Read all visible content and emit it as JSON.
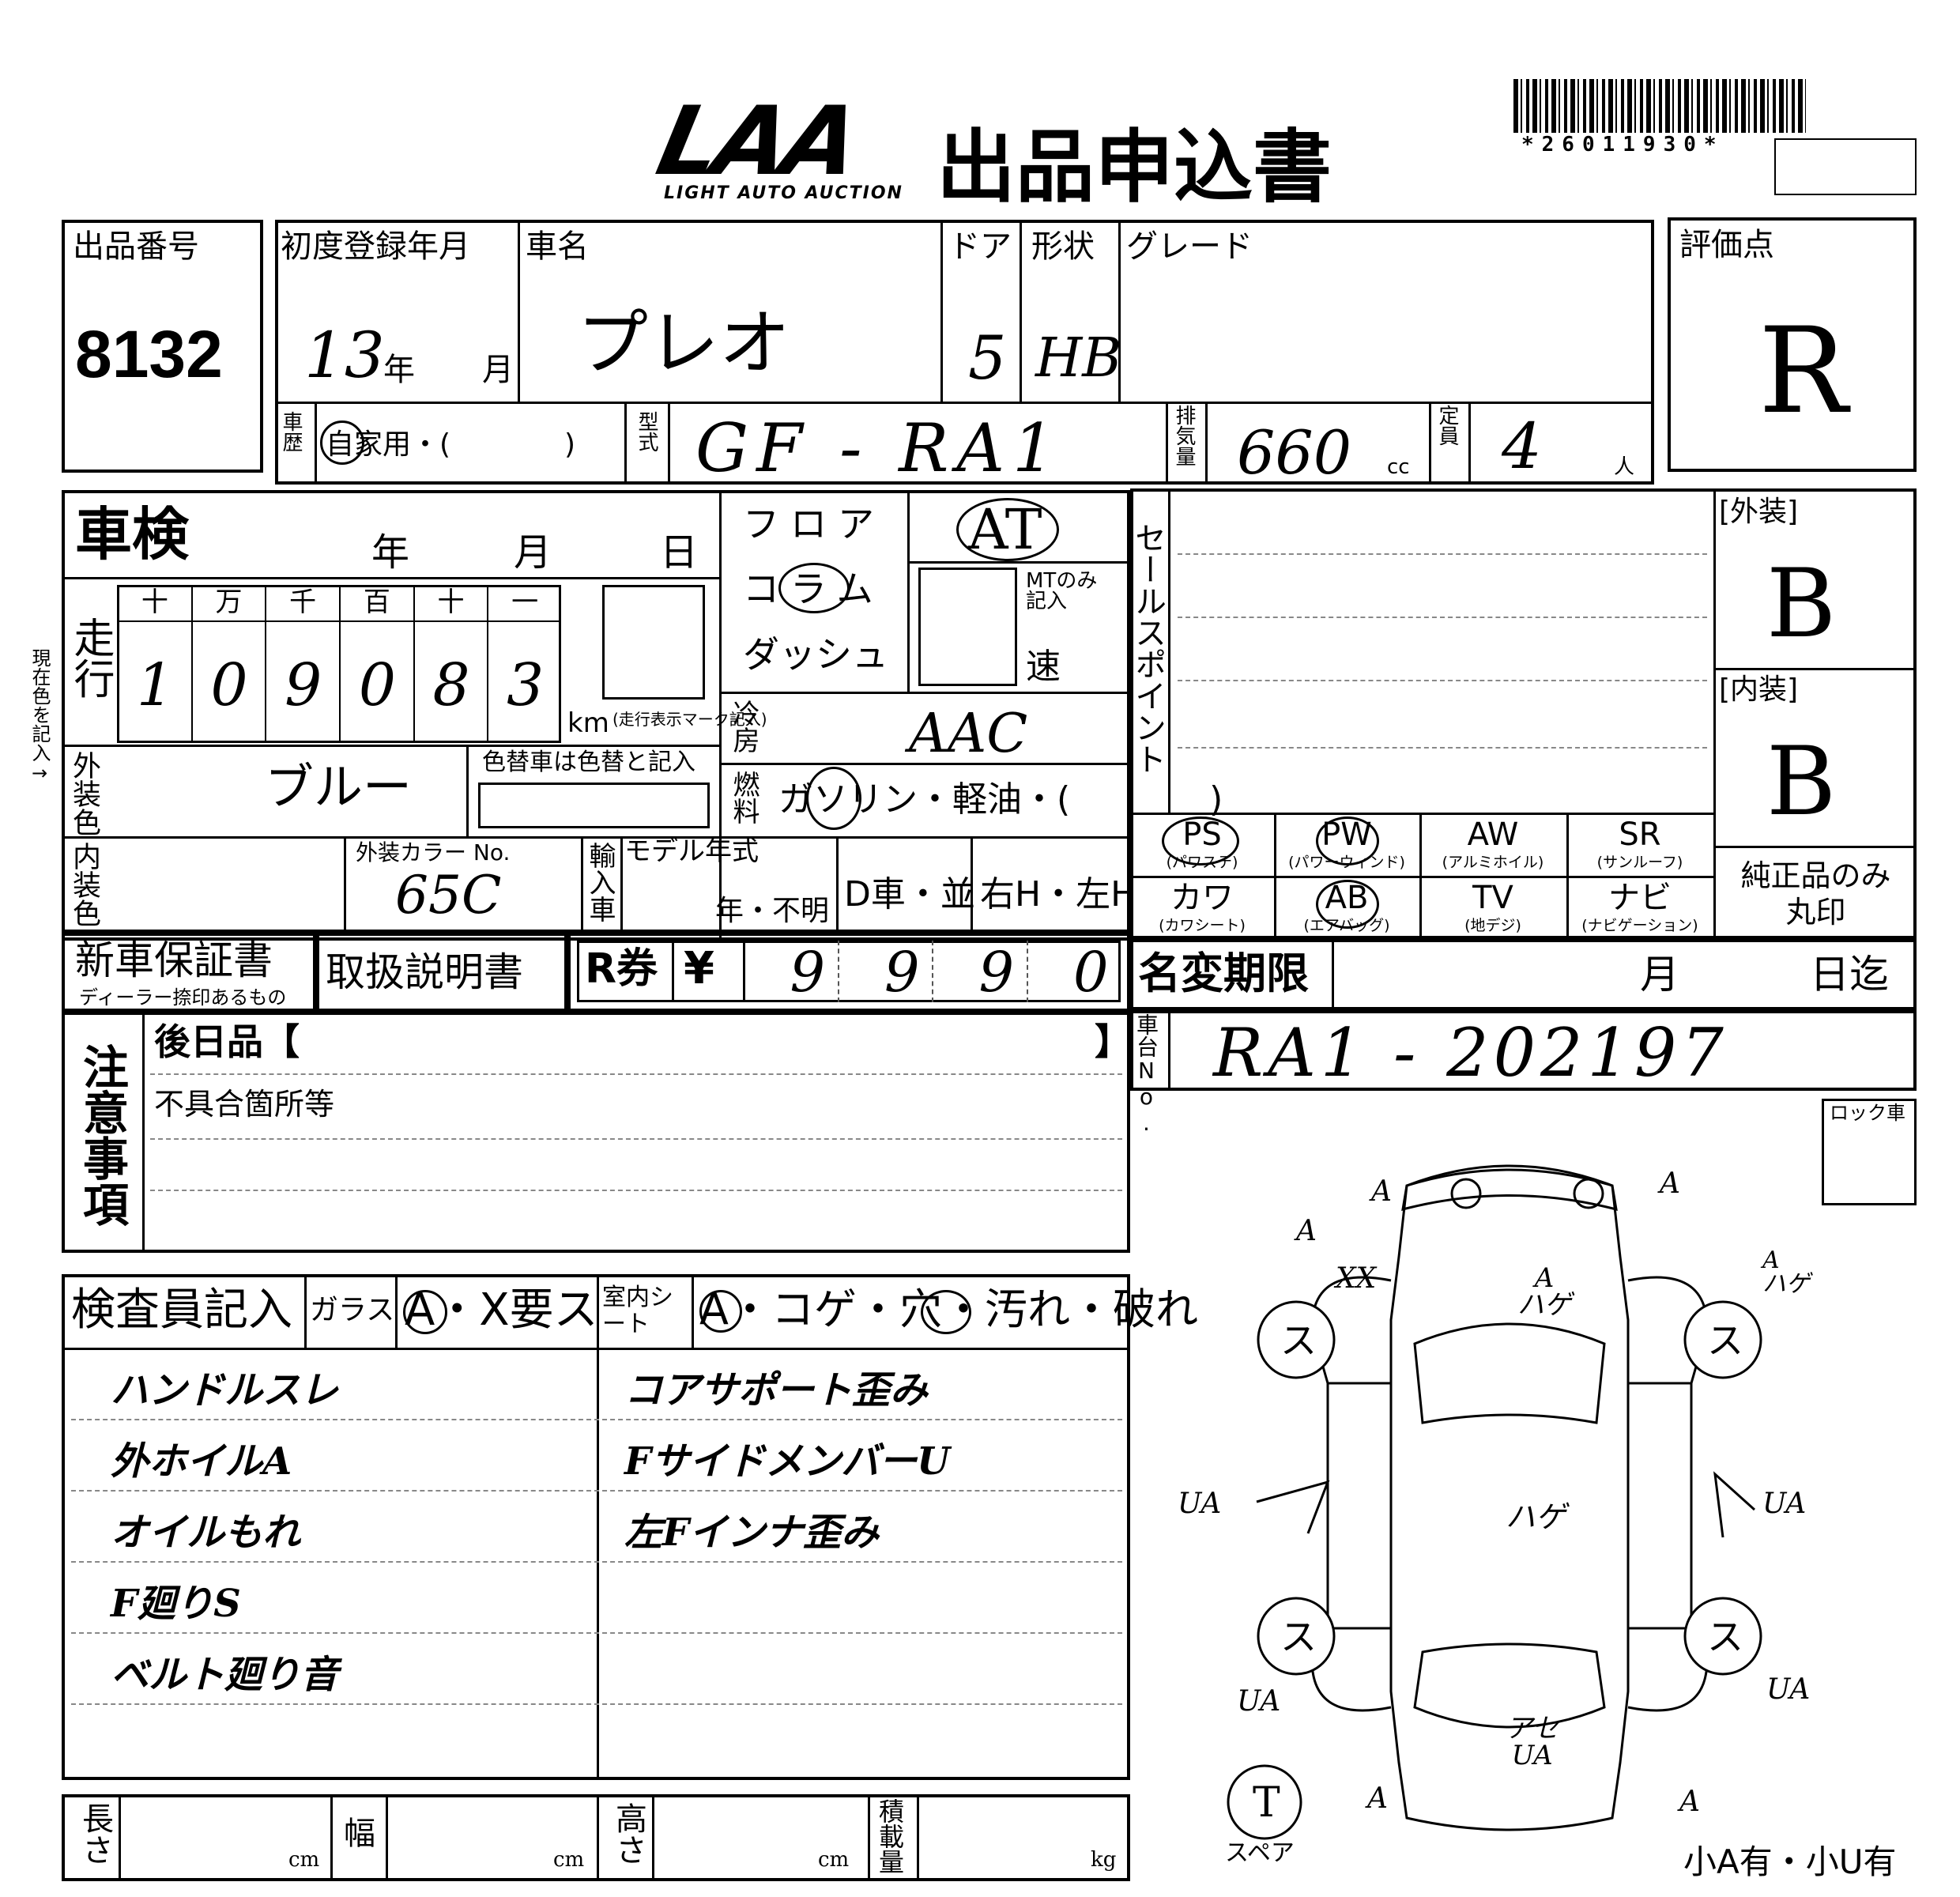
{
  "header": {
    "logo": "LAA",
    "logo_sub": "LIGHT AUTO AUCTION",
    "title": "出品申込書",
    "barcode_text": "*26011930*"
  },
  "vehicle": {
    "lot_label": "出品番号",
    "lot_number": "8132",
    "first_reg_label": "初度登録年月",
    "first_reg_year": "13",
    "year_unit": "年",
    "month_unit": "月",
    "car_name_label": "車名",
    "car_name": "プレオ",
    "door_label": "ドア",
    "doors": "5",
    "shape_label": "形状",
    "shape": "HB",
    "grade_label": "グレード",
    "score_label": "評価点",
    "score": "R",
    "history_label": "車歴",
    "history": "自家用・(　　　　)",
    "model_label": "型式",
    "model": "GF - RA1",
    "displacement_label": "排気量",
    "displacement": "660",
    "cc_unit": "cc",
    "capacity_label": "定員",
    "capacity": "4",
    "person_unit": "人"
  },
  "inspection": {
    "shaken_label": "車検",
    "year": "年",
    "month": "月",
    "day": "日",
    "mileage_label": "走行",
    "digit_headers": [
      "十",
      "万",
      "千",
      "百",
      "十",
      "一"
    ],
    "digits": [
      "1",
      "0",
      "9",
      "0",
      "8",
      "3"
    ],
    "km_label": "km",
    "km_note": "(走行表示マーク記入)",
    "shift_options": [
      "フロア",
      "コラム",
      "ダッシュ"
    ],
    "transmission": "AT",
    "mt_note": "MTのみ記入",
    "speed_label": "速",
    "ac_label": "冷房",
    "ac": "AAC",
    "fuel_label": "燃料",
    "fuel": "ガソリン・軽油・(　　　　)",
    "ext_color_label": "外装色",
    "ext_color": "ブルー",
    "color_change_label": "色替車は色替と記入",
    "int_color_label": "内装色",
    "color_no_label": "外装カラー No.",
    "color_no": "65C",
    "import_label": "輸入車",
    "model_year_label": "モデル年式",
    "model_year_text": "年・不明",
    "dealer": "D車・並",
    "steering": "右H・左H"
  },
  "sales": {
    "label": "セールスポイント",
    "exterior_label": "[外装]",
    "exterior": "B",
    "interior_label": "[内装]",
    "interior": "B",
    "equipment": [
      {
        "code": "PS",
        "sub": "(パワステ)"
      },
      {
        "code": "PW",
        "sub": "(パワーウィンド)"
      },
      {
        "code": "AW",
        "sub": "(アルミホイル)"
      },
      {
        "code": "SR",
        "sub": "(サンルーフ)"
      },
      {
        "code": "カワ",
        "sub": "(カワシート)"
      },
      {
        "code": "AB",
        "sub": "(エアバッグ)"
      },
      {
        "code": "TV",
        "sub": "(地デジ)"
      },
      {
        "code": "ナビ",
        "sub": "(ナビゲーション)"
      }
    ],
    "genuine_label": "純正品のみ丸印"
  },
  "docs": {
    "warranty": "新車保証書",
    "warranty_sub": "ディーラー捺印あるもの",
    "manual": "取扱説明書",
    "recycle_label": "R券",
    "yen": "¥",
    "recycle_digits": [
      "9",
      "9",
      "9",
      "0"
    ],
    "name_change_label": "名変期限",
    "month": "月",
    "until": "日迄",
    "chassis_label": "車台No.",
    "chassis": "RA1 - 202197"
  },
  "notes": {
    "label": "注意事項",
    "later_item": "後日品【",
    "later_close": "】",
    "defects": "不具合箇所等"
  },
  "inspector": {
    "label": "検査員記入",
    "glass_label": "ガラス",
    "glass_options": "A・X要ス",
    "seat_label": "室内シート",
    "seat_options": "A・コゲ・穴・汚れ・破れ",
    "left_notes": [
      "ハンドルスレ",
      "外ホイルA",
      "オイルもれ",
      "F廻りS",
      "ベルト廻り音"
    ],
    "right_notes": [
      "コアサポート歪み",
      "FサイドメンバーU",
      "左Fインナ歪み"
    ]
  },
  "dims": {
    "length_label": "長さ",
    "width_label": "幅",
    "height_label": "高さ",
    "load_label": "積載量",
    "cm": "cm",
    "kg": "kg"
  },
  "diagram": {
    "lock_label": "ロック車",
    "spare_label": "スペア",
    "spare_mark": "T",
    "tire_mark": "ス",
    "marks": {
      "a": "A",
      "ua": "UA",
      "xx": "XX",
      "a_hage": "A\nハゲ",
      "hage": "ハゲ",
      "ate_ua": "アセ\nUA"
    },
    "footer": "小A有・小U有"
  }
}
